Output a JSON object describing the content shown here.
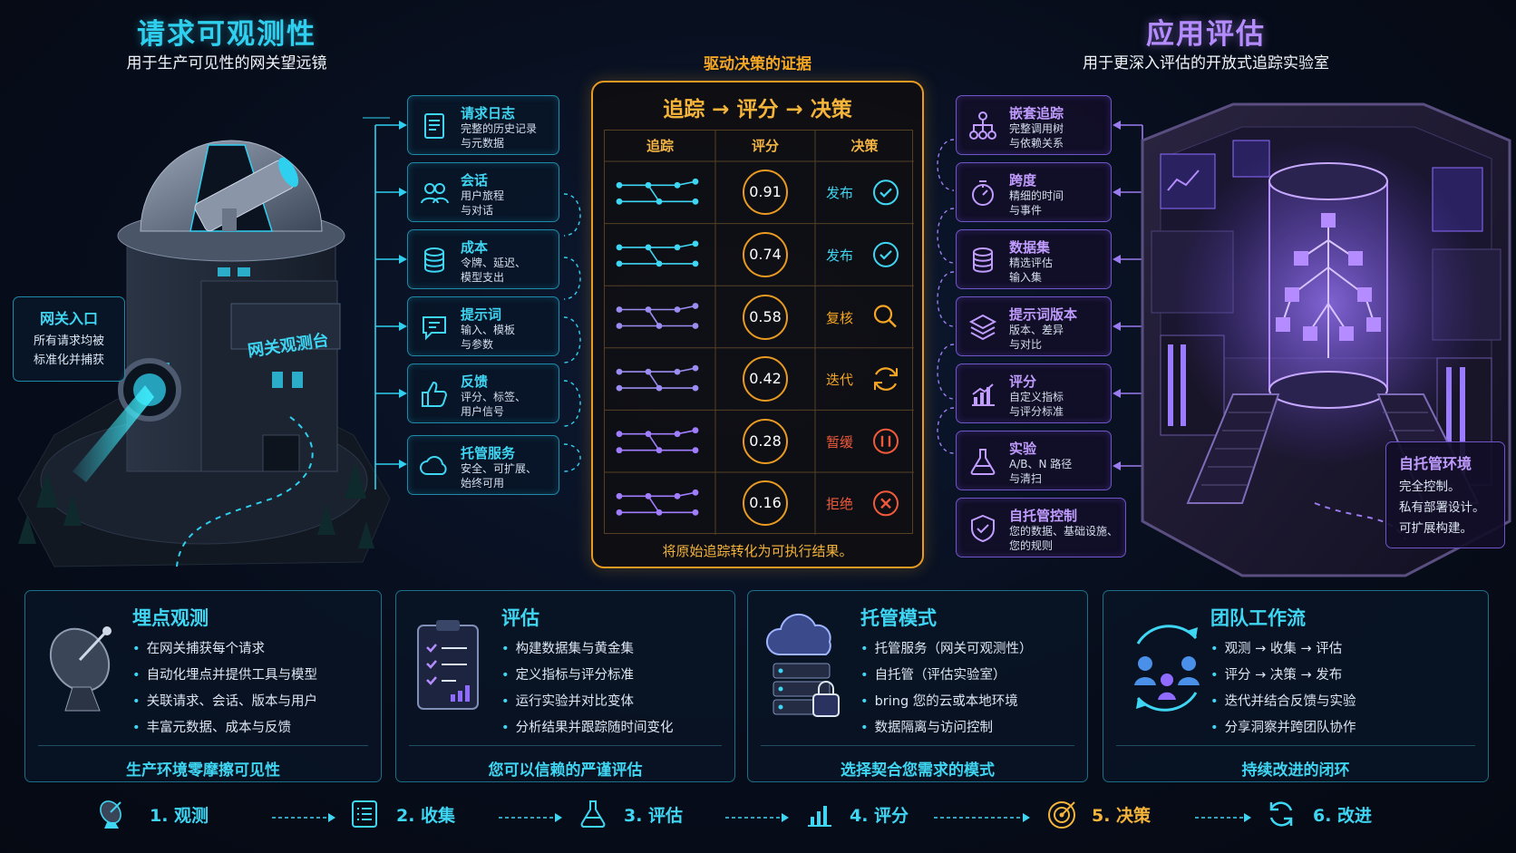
{
  "left": {
    "title": "请求可观测性",
    "subtitle": "用于生产可见性的网关望远镜",
    "building_label": "网关观测台",
    "gateway": {
      "title": "网关入口",
      "desc": "所有请求均被\n标准化并捕获"
    },
    "features": [
      {
        "icon": "log-icon",
        "title": "请求日志",
        "desc": "完整的历史记录\n与元数据"
      },
      {
        "icon": "users-icon",
        "title": "会话",
        "desc": "用户旅程\n与对话"
      },
      {
        "icon": "database-icon",
        "title": "成本",
        "desc": "令牌、延迟、\n模型支出"
      },
      {
        "icon": "prompt-icon",
        "title": "提示词",
        "desc": "输入、模板\n与参数"
      },
      {
        "icon": "thumbs-up-icon",
        "title": "反馈",
        "desc": "评分、标签、\n用户信号"
      },
      {
        "icon": "cloud-icon",
        "title": "托管服务",
        "desc": "安全、可扩展、\n始终可用"
      }
    ]
  },
  "center": {
    "header": "驱动决策的证据",
    "flow": "追踪 → 评分 → 决策",
    "columns": [
      "追踪",
      "评分",
      "决策"
    ],
    "rows": [
      {
        "score": "0.91",
        "decision": "发布",
        "icon": "check-circle-icon",
        "color": "#3fd6f3"
      },
      {
        "score": "0.74",
        "decision": "发布",
        "icon": "check-circle-icon",
        "color": "#3fd6f3"
      },
      {
        "score": "0.58",
        "decision": "复核",
        "icon": "search-icon",
        "color": "#f5a623"
      },
      {
        "score": "0.42",
        "decision": "迭代",
        "icon": "refresh-icon",
        "color": "#f5a623"
      },
      {
        "score": "0.28",
        "decision": "暂缓",
        "icon": "pause-circle-icon",
        "color": "#f05a3a"
      },
      {
        "score": "0.16",
        "decision": "拒绝",
        "icon": "x-circle-icon",
        "color": "#f05a3a"
      }
    ],
    "footer": "将原始追踪转化为可执行结果。"
  },
  "right": {
    "title": "应用评估",
    "subtitle": "用于更深入评估的开放式追踪实验室",
    "features": [
      {
        "icon": "tree-icon",
        "title": "嵌套追踪",
        "desc": "完整调用树\n与依赖关系"
      },
      {
        "icon": "stopwatch-icon",
        "title": "跨度",
        "desc": "精细的时间\n与事件"
      },
      {
        "icon": "database-icon",
        "title": "数据集",
        "desc": "精选评估\n输入集"
      },
      {
        "icon": "layers-icon",
        "title": "提示词版本",
        "desc": "版本、差异\n与对比"
      },
      {
        "icon": "bar-chart-icon",
        "title": "评分",
        "desc": "自定义指标\n与评分标准"
      },
      {
        "icon": "flask-icon",
        "title": "实验",
        "desc": "A/B、N 路径\n与清扫"
      },
      {
        "icon": "shield-icon",
        "title": "自托管控制",
        "desc": "您的数据、基础设施、\n您的规则"
      }
    ],
    "self_host": {
      "title": "自托管环境",
      "desc": "完全控制。\n私有部署设计。\n可扩展构建。"
    }
  },
  "cards": [
    {
      "icon": "satellite-dish-icon",
      "title": "埋点观测",
      "items": [
        "在网关捕获每个请求",
        "自动化埋点并提供工具与模型",
        "关联请求、会话、版本与用户",
        "丰富元数据、成本与反馈"
      ],
      "footer": "生产环境零摩擦可见性"
    },
    {
      "icon": "clipboard-icon",
      "title": "评估",
      "items": [
        "构建数据集与黄金集",
        "定义指标与评分标准",
        "运行实验并对比变体",
        "分析结果并跟踪随时间变化"
      ],
      "footer": "您可以信赖的严谨评估"
    },
    {
      "icon": "cloud-server-icon",
      "title": "托管模式",
      "items": [
        "托管服务（网关可观测性）",
        "自托管（评估实验室）",
        "bring 您的云或本地环境",
        "数据隔离与访问控制"
      ],
      "footer": "选择契合您需求的模式"
    },
    {
      "icon": "team-icon",
      "title": "团队工作流",
      "items": [
        "观测 → 收集 → 评估",
        "评分 → 决策 → 发布",
        "迭代并结合反馈与实验",
        "分享洞察并跨团队协作"
      ],
      "footer": "持续改进的闭环"
    }
  ],
  "steps": [
    {
      "icon": "satellite-dish-icon",
      "label": "1. 观测"
    },
    {
      "icon": "list-icon",
      "label": "2. 收集"
    },
    {
      "icon": "flask-icon",
      "label": "3. 评估"
    },
    {
      "icon": "bar-chart-icon",
      "label": "4. 评分"
    },
    {
      "icon": "target-icon",
      "label": "5. 决策"
    },
    {
      "icon": "refresh-icon",
      "label": "6. 改进"
    }
  ],
  "colors": {
    "cyan": "#3fd6f3",
    "purple": "#b58cff",
    "orange": "#f5a623",
    "red": "#f05a3a"
  }
}
